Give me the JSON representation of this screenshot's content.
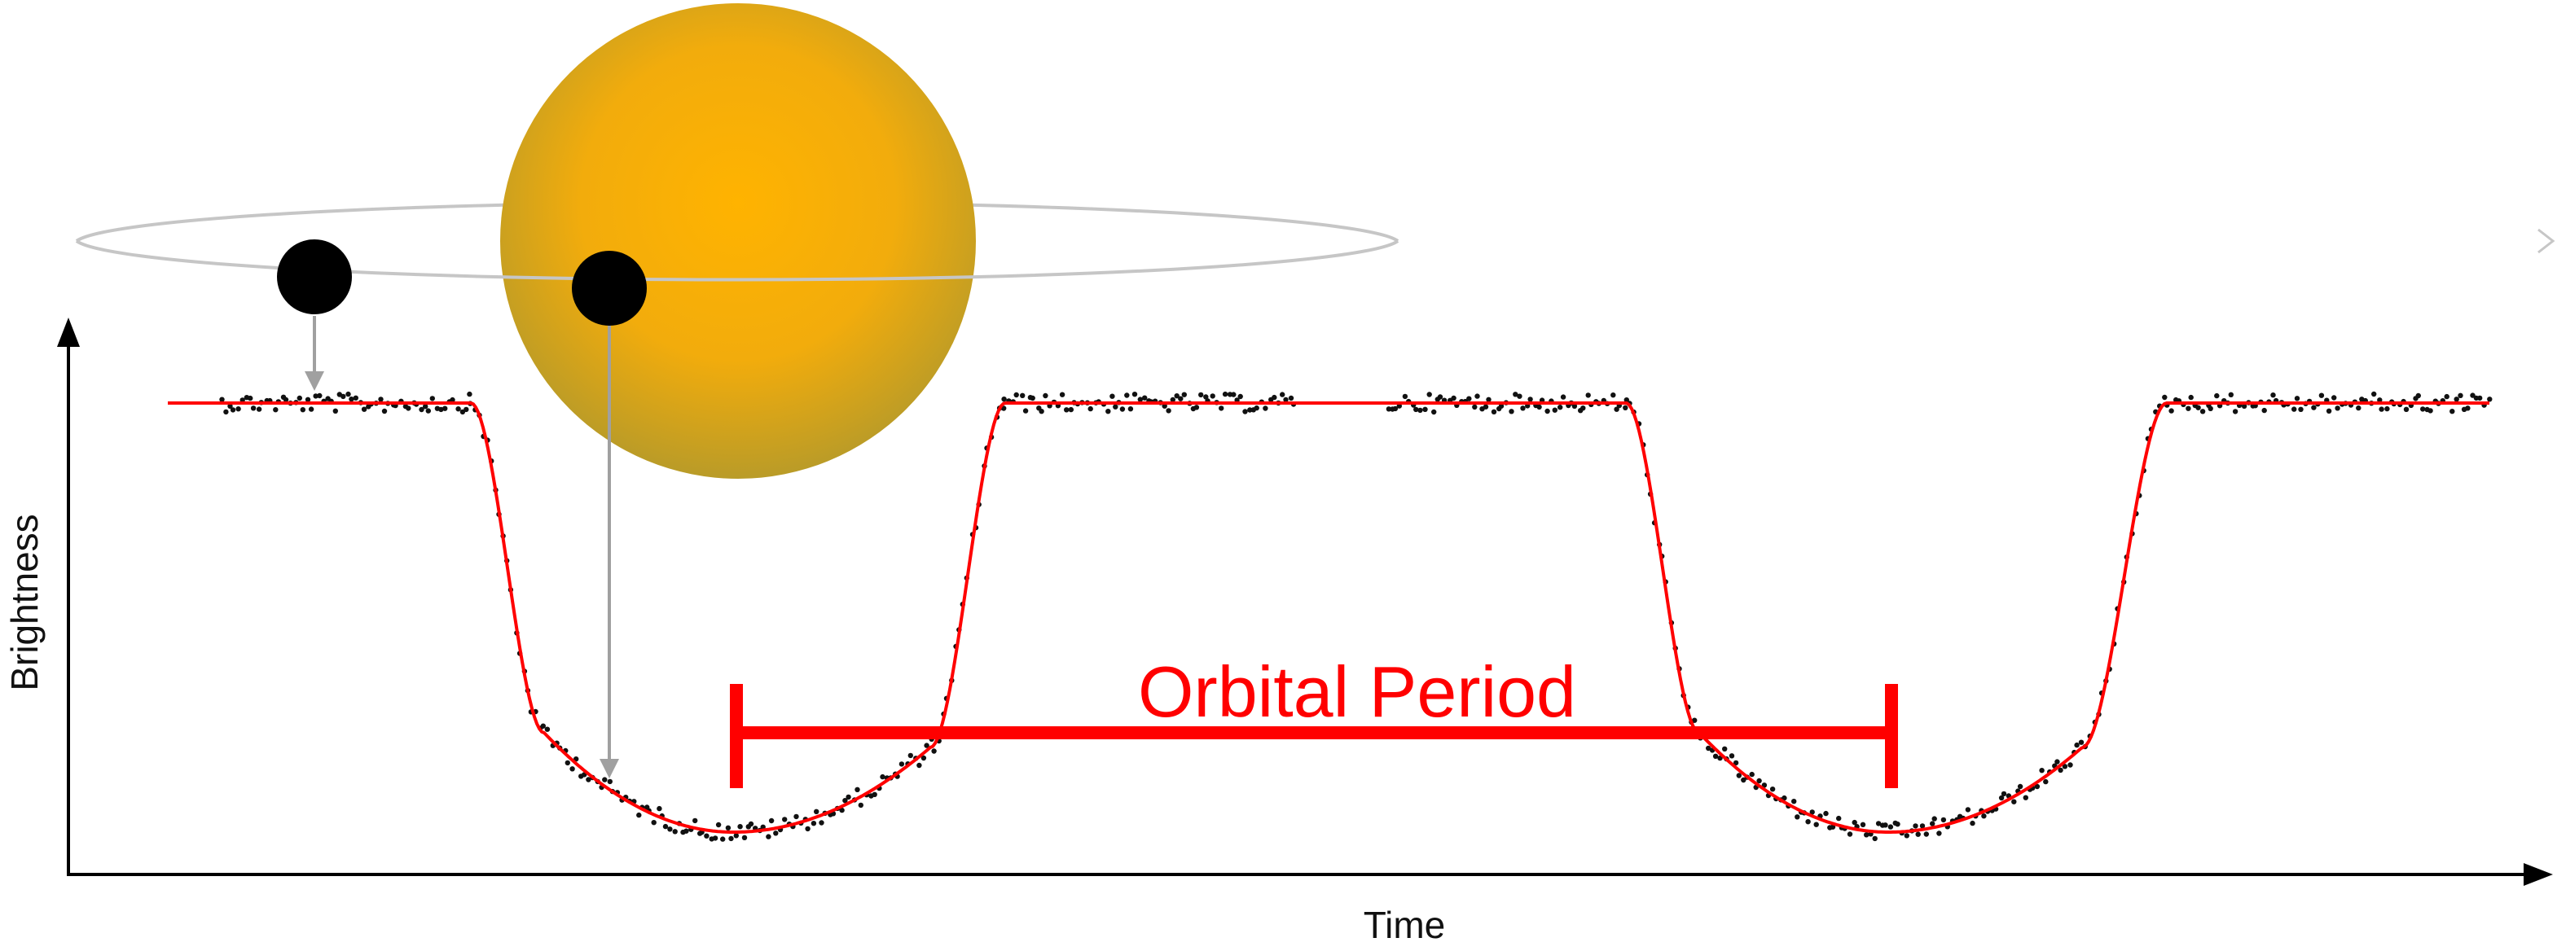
{
  "axes": {
    "xlabel": "Time",
    "ylabel": "Brightness"
  },
  "annotation": {
    "period_label": "Orbital Period"
  },
  "colors": {
    "star_center": "#ffb300",
    "star_mid": "#f2ac0c",
    "star_edge": "#b59a2a",
    "orbit": "#c6c6c6",
    "planet": "#000000",
    "curve": "#ff0000",
    "points": "#111111",
    "arrow": "#a0a0a0",
    "axis": "#000000",
    "period_bar": "#ff0000"
  },
  "icons": {
    "planet_before_transit": "planet-icon",
    "planet_in_transit": "planet-icon",
    "star": "star-icon"
  }
}
